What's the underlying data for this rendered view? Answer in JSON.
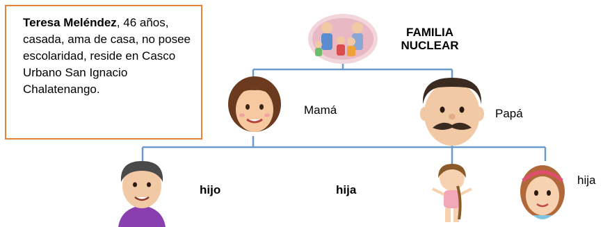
{
  "description_box": {
    "name": "Teresa Meléndez",
    "details": ", 46 años, casada, ama de casa, no posee escolaridad, reside en Casco Urbano San Ignacio Chalatenango."
  },
  "title": {
    "line1": "FAMILIA",
    "line2": "NUCLEAR"
  },
  "members": {
    "mother": "Mamá",
    "father": "Papá",
    "son": "hijo",
    "daughter1": "hija",
    "daughter2": "hija"
  },
  "colors": {
    "box_border": "#e8823a",
    "connector": "#6b9bc8"
  }
}
